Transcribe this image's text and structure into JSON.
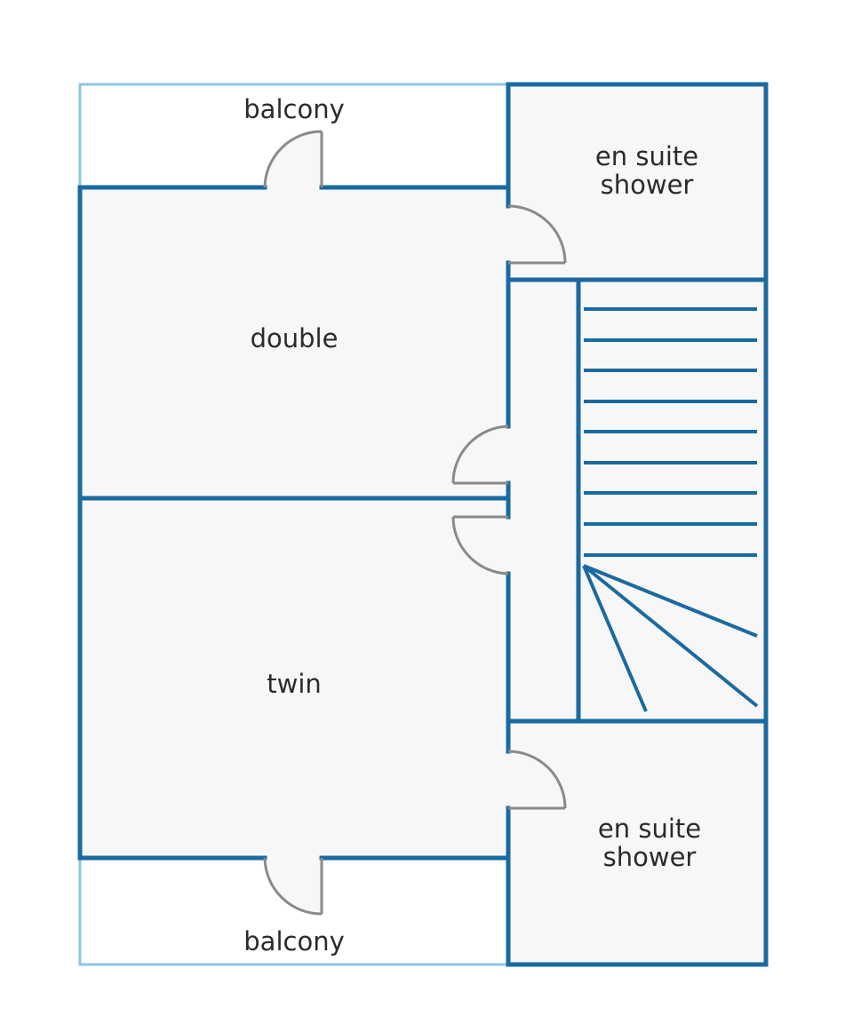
{
  "rooms": {
    "balcony_top": "balcony",
    "double": "double",
    "ensuite_top_line1": "en suite",
    "ensuite_top_line2": "shower",
    "twin": "twin",
    "ensuite_bottom_line1": "en suite",
    "ensuite_bottom_line2": "shower",
    "balcony_bottom": "balcony"
  },
  "colors": {
    "wall": "#1a6aa0",
    "balcony_edge": "#8ec6e4",
    "floor": "#f7f7f7",
    "door": "#8a8a8a",
    "background": "#ffffff"
  }
}
